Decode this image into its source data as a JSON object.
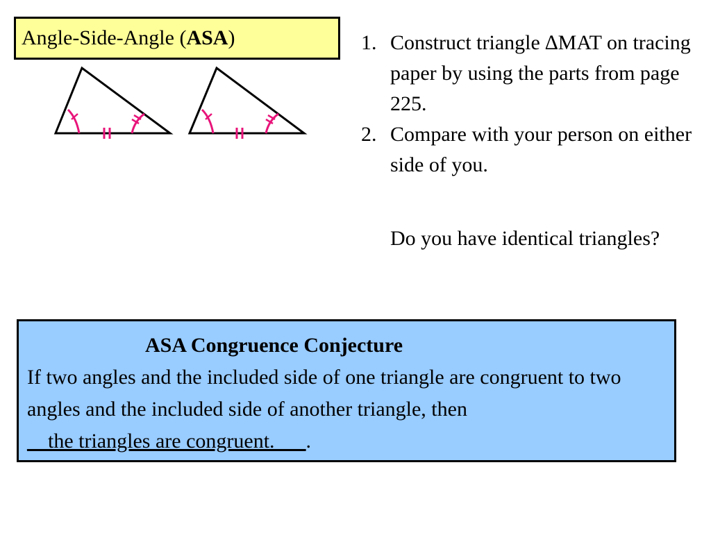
{
  "title": {
    "prefix": "Angle-Side-Angle (",
    "bold": "ASA",
    "suffix": ")"
  },
  "steps": [
    {
      "num": "1.",
      "text": "Construct triangle ∆MAT on tracing paper by using the parts from page 225."
    },
    {
      "num": "2.",
      "text": "Compare with your person on either side of you."
    }
  ],
  "question": "Do you have identical triangles?",
  "conjecture": {
    "title": "ASA Congruence Conjecture",
    "body": "If two angles and the included side of one triangle are congruent to two angles and the included side of another triangle, then ",
    "answer": "__the triangles are congruent.___",
    "end": "."
  },
  "colors": {
    "title_bg": "#ffff99",
    "conjecture_bg": "#99ccff",
    "mark": "#e8147a"
  }
}
